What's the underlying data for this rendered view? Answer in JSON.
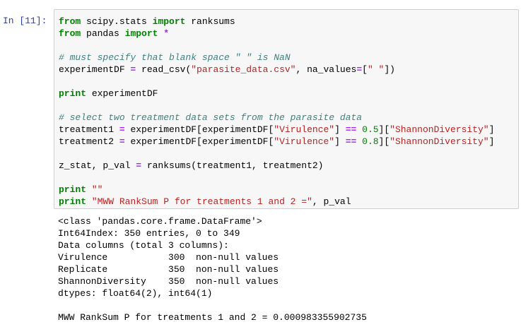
{
  "cell": {
    "prompt": "In [11]:",
    "code_lines": [
      [
        [
          "kw",
          "from"
        ],
        [
          "t",
          " scipy.stats "
        ],
        [
          "kw",
          "import"
        ],
        [
          "t",
          " ranksums"
        ]
      ],
      [
        [
          "kw",
          "from"
        ],
        [
          "t",
          " pandas "
        ],
        [
          "kw",
          "import"
        ],
        [
          "t",
          " "
        ],
        [
          "op",
          "*"
        ]
      ],
      [],
      [
        [
          "cm",
          "# must specify that blank space \" \" is NaN"
        ]
      ],
      [
        [
          "t",
          "experimentDF "
        ],
        [
          "op",
          "="
        ],
        [
          "t",
          " read_csv("
        ],
        [
          "str",
          "\"parasite_data.csv\""
        ],
        [
          "t",
          ", na_values"
        ],
        [
          "op",
          "="
        ],
        [
          "t",
          "["
        ],
        [
          "str",
          "\" \""
        ],
        [
          "t",
          "])"
        ]
      ],
      [],
      [
        [
          "kw",
          "print"
        ],
        [
          "t",
          " experimentDF"
        ]
      ],
      [],
      [
        [
          "cm",
          "# select two treatment data sets from the parasite data"
        ]
      ],
      [
        [
          "t",
          "treatment1 "
        ],
        [
          "op",
          "="
        ],
        [
          "t",
          " experimentDF[experimentDF["
        ],
        [
          "str",
          "\"Virulence\""
        ],
        [
          "t",
          "] "
        ],
        [
          "op",
          "=="
        ],
        [
          "t",
          " "
        ],
        [
          "num",
          "0.5"
        ],
        [
          "t",
          "]["
        ],
        [
          "str",
          "\"ShannonDiversity\""
        ],
        [
          "t",
          "]"
        ]
      ],
      [
        [
          "t",
          "treatment2 "
        ],
        [
          "op",
          "="
        ],
        [
          "t",
          " experimentDF[experimentDF["
        ],
        [
          "str",
          "\"Virulence\""
        ],
        [
          "t",
          "] "
        ],
        [
          "op",
          "=="
        ],
        [
          "t",
          " "
        ],
        [
          "num",
          "0.8"
        ],
        [
          "t",
          "]["
        ],
        [
          "str",
          "\"ShannonDiversity\""
        ],
        [
          "t",
          "]"
        ]
      ],
      [],
      [
        [
          "t",
          "z_stat, p_val "
        ],
        [
          "op",
          "="
        ],
        [
          "t",
          " ranksums(treatment1, treatment2)"
        ]
      ],
      [],
      [
        [
          "kw",
          "print"
        ],
        [
          "t",
          " "
        ],
        [
          "str",
          "\"\""
        ]
      ],
      [
        [
          "kw",
          "print"
        ],
        [
          "t",
          " "
        ],
        [
          "str",
          "\"MWW RankSum P for treatments 1 and 2 =\""
        ],
        [
          "t",
          ", p_val"
        ]
      ]
    ],
    "output_lines": [
      "<class 'pandas.core.frame.DataFrame'>",
      "Int64Index: 350 entries, 0 to 349",
      "Data columns (total 3 columns):",
      "Virulence           300  non-null values",
      "Replicate           350  non-null values",
      "ShannonDiversity    350  non-null values",
      "dtypes: float64(2), int64(1)",
      "",
      "MWW RankSum P for treatments 1 and 2 = 0.000983355902735"
    ]
  }
}
